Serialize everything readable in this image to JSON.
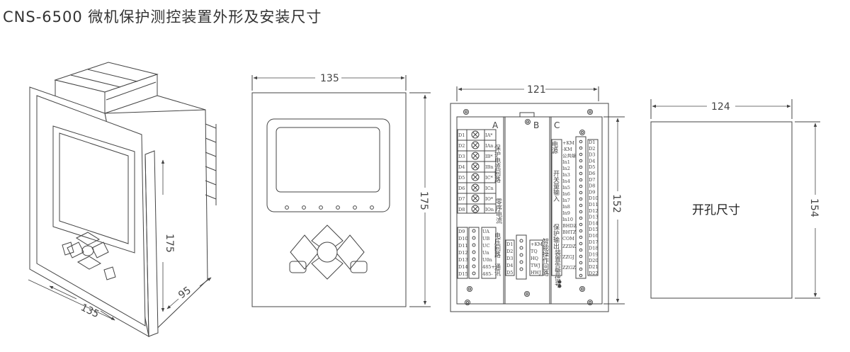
{
  "title": "CNS-6500 微机保护测控装置外形及安装尺寸",
  "views": {
    "iso": {
      "dim_width": "135",
      "dim_height": "175",
      "dim_depth": "95"
    },
    "front": {
      "dim_width": "135",
      "dim_height": "175"
    },
    "rear": {
      "dim_width": "121",
      "dim_height": "152",
      "slot_a": "A",
      "slot_b": "B",
      "slot_c": "C",
      "a_left_upper": [
        "D1",
        "D2",
        "D3",
        "D4",
        "D5",
        "D6",
        "D7",
        "D8"
      ],
      "a_right_upper": [
        "IA*",
        "IAn",
        "IB*",
        "IBn",
        "IC*",
        "ICn",
        "IO*",
        "IOn"
      ],
      "a_group_current": "保护电流回路",
      "a_group_zero": "零序电流",
      "a_left_lower": [
        "D9",
        "D10",
        "D11",
        "D12",
        "D13",
        "D14",
        "D15"
      ],
      "a_right_lower": [
        "UA",
        "UB",
        "UC",
        "Un",
        "U0n",
        "485+",
        "485-"
      ],
      "a_group_voltage": "电压回路",
      "a_group_comm": "通讯",
      "b_left": [
        "D1",
        "D2",
        "D3",
        "D4",
        "D5"
      ],
      "b_right": [
        "+KM",
        "TQ",
        "HQ",
        "TWJ",
        "HWJ"
      ],
      "b_group": "智能操作回路",
      "c_left": [
        "+KM",
        "-KM",
        "公共端",
        "In1",
        "In2",
        "In3",
        "In4",
        "In5",
        "In6",
        "In7",
        "In8",
        "In9",
        "In10",
        "BHDZ",
        "BHTZ",
        "COM",
        "ZZDZ",
        "ZZGJ",
        "ZZGZ"
      ],
      "c_right": [
        "D1",
        "D2",
        "D3",
        "D4",
        "D5",
        "D6",
        "D7",
        "D8",
        "D9",
        "D10",
        "D11",
        "D12",
        "D13",
        "D14",
        "D15",
        "D16",
        "D17",
        "D18",
        "D19",
        "D20",
        "D21",
        "D22"
      ],
      "c_group_power": "电源",
      "c_group_input": "开关量输入",
      "c_group_output": "保护输出",
      "c_group_alarm": "装置告警信号"
    },
    "cutout": {
      "dim_width": "124",
      "dim_height": "154",
      "label": "开孔尺寸"
    }
  }
}
